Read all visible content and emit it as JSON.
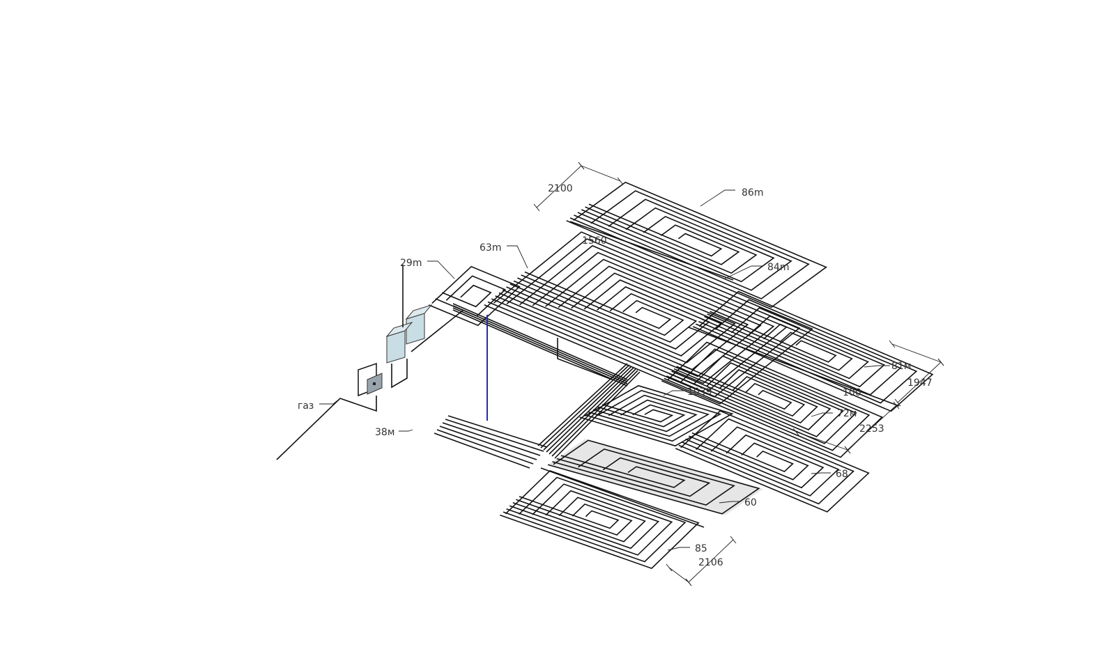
{
  "diagram": {
    "subject": "isometric underfloor heating pipe layout",
    "colors": {
      "pipe": "#111111",
      "riser_pipe": "#1a2bc4",
      "manifold_box": "#c9dde4",
      "gas_boiler": "#9aa4ad",
      "loop_fill": "#e6e6e6",
      "label_text": "#333333"
    },
    "loop_labels": [
      "86m",
      "84m",
      "63m",
      "29m",
      "38м",
      "81м",
      "72м",
      "68",
      "60",
      "85",
      "1039"
    ],
    "dimension_labels": [
      "2100",
      "1947",
      "2253",
      "2106",
      "1560",
      "100"
    ],
    "other_labels": [
      "газ"
    ]
  }
}
